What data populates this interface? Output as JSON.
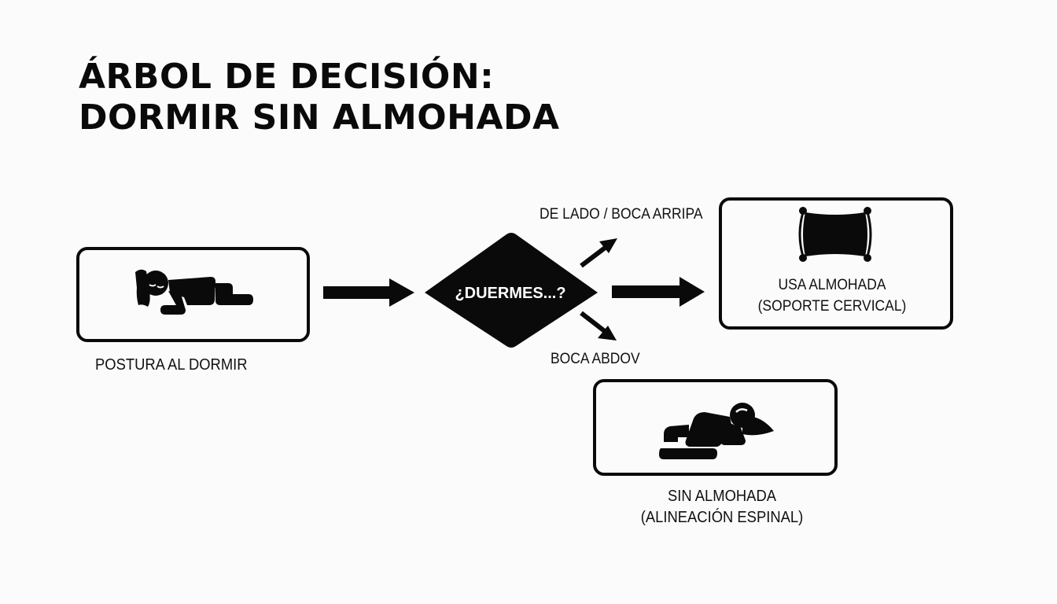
{
  "title": {
    "line1": "ÁRBOL DE DECISIÓN:",
    "line2": "DORMIR SIN ALMOHADA"
  },
  "nodes": {
    "start": {
      "label": "POSTURA AL DORMIR",
      "icon": "person-sleeping-side-icon"
    },
    "decision": {
      "label": "¿DUERMES...?"
    },
    "pillow": {
      "line1": "USA ALMOHADA",
      "line2": "(SOPORTE CERVICAL)",
      "icon": "pillow-icon"
    },
    "no_pillow": {
      "line1": "SIN ALMOHADA",
      "line2": "(ALINEACIÓN ESPINAL)",
      "icon": "person-sleeping-stomach-icon"
    }
  },
  "branches": {
    "upper": "DE LADO / BOCA ARRIPA",
    "lower": "BOCA ABDOV"
  },
  "colors": {
    "ink": "#0a0a0a",
    "background": "#fbfbfb",
    "diamond_text": "#ffffff"
  }
}
